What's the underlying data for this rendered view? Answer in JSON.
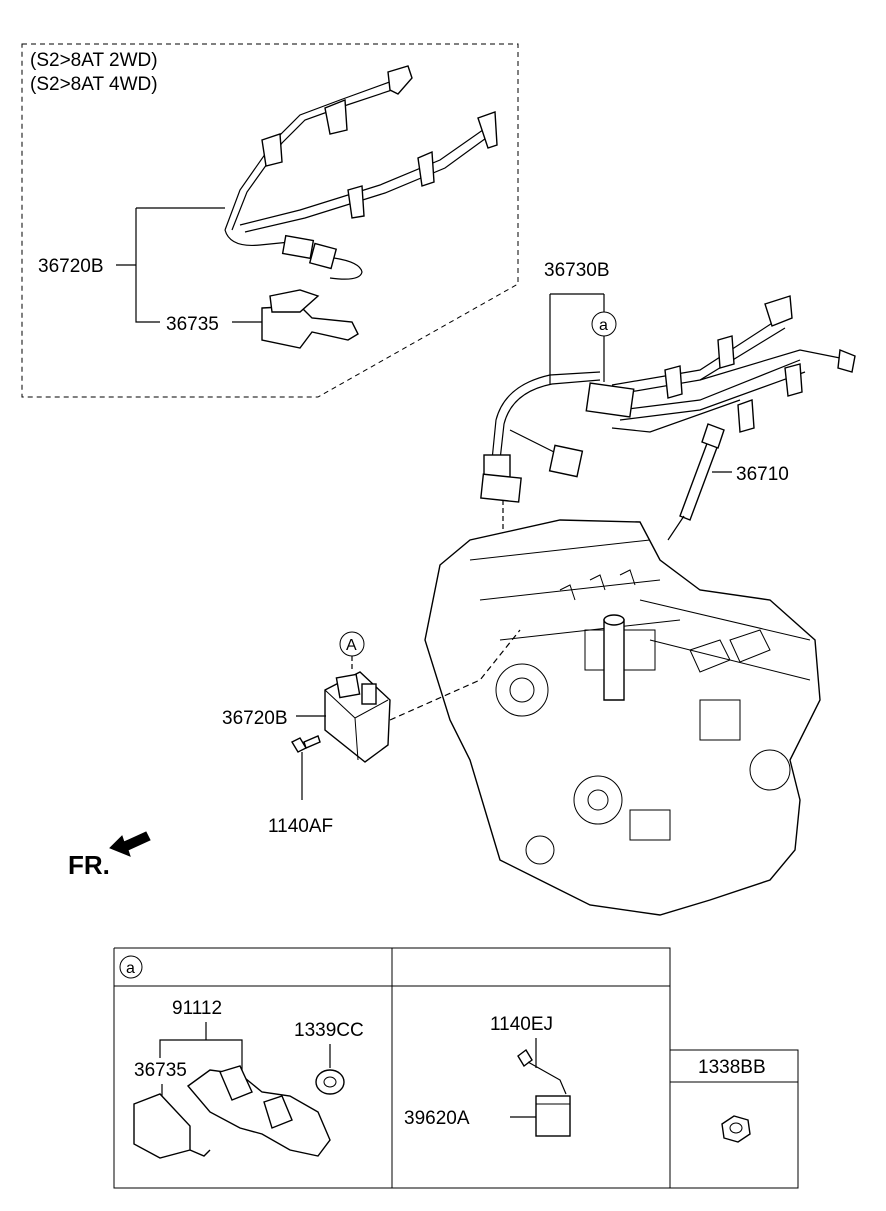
{
  "variant_box": {
    "lines": [
      "(S2>8AT 2WD)",
      "(S2>8AT 4WD)"
    ]
  },
  "labels": {
    "harness_top": "36720B",
    "bracket_top": "36735",
    "harness_main": "36730B",
    "glow_plug": "36710",
    "controller": "36720B",
    "bolt": "1140AF",
    "front": "FR."
  },
  "markers": {
    "circle_a_lower": "a",
    "circle_A_upper": "A",
    "circle_A_controller": "A",
    "circle_a_table": "a"
  },
  "detail_table": {
    "col1": {
      "header_marker": "a",
      "labels": [
        "91112",
        "36735",
        "1339CC"
      ]
    },
    "col2": {
      "labels": [
        "1140EJ",
        "39620A"
      ]
    },
    "col3": {
      "header": "1338BB"
    }
  }
}
